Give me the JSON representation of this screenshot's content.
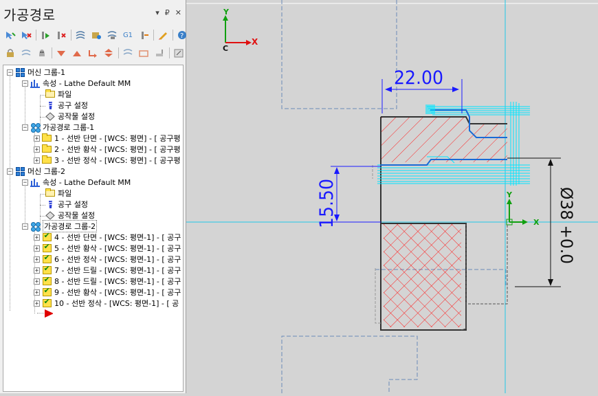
{
  "panel": {
    "title": "가공경로",
    "ctrl_dropdown": "▾",
    "ctrl_pin": "₽",
    "ctrl_close": "✕",
    "toolbar_g1": "G1"
  },
  "tree": {
    "machine1": "머신 그룹-1",
    "props1": "속성 - Lathe Default MM",
    "file1": "파일",
    "tool1": "공구 설정",
    "stock1": "공작물 설정",
    "tpgroup1": "가공경로 그룹-1",
    "ops1": [
      "1 - 선반 단면 - [WCS: 평면] - [  공구평",
      "2 - 선반 황삭 - [WCS: 평면] - [  공구평",
      "3 - 선반 정삭 - [WCS: 평면] - [  공구평"
    ],
    "machine2": "머신 그룹-2",
    "props2": "속성 - Lathe Default MM",
    "file2": "파일",
    "tool2": "공구 설정",
    "stock2": "공작물 설정",
    "tpgroup2": "가공경로 그룹-2",
    "ops2": [
      "4 - 선반 단면 - [WCS: 평면-1] - [  공구",
      "5 - 선반 황삭 - [WCS: 평면-1] - [  공구",
      "6 - 선반 정삭 - [WCS: 평면-1] - [  공구",
      "7 - 선반 드릴 - [WCS: 평면-1] - [  공구",
      "8 - 선반 드릴 - [WCS: 평면-1] - [  공구",
      "9 - 선반 황삭 - [WCS: 평면-1] - [  공구",
      "10 - 선반 정삭 - [WCS: 평면-1] - [  공"
    ]
  },
  "viewport": {
    "axis_y": "Y",
    "axis_x": "X",
    "axis_c": "C",
    "dim_width": "22.00",
    "dim_height": "15.50",
    "dim_diameter": "Ø38 +0.0",
    "origin_x": "X",
    "origin_y": "Y"
  },
  "colors": {
    "dimension": "#1a1aff",
    "toolpath": "#00e5ff",
    "hatch": "#ff2020",
    "centerline": "#1fc8e8",
    "axis_red": "#e01010",
    "axis_green": "#10a010"
  }
}
